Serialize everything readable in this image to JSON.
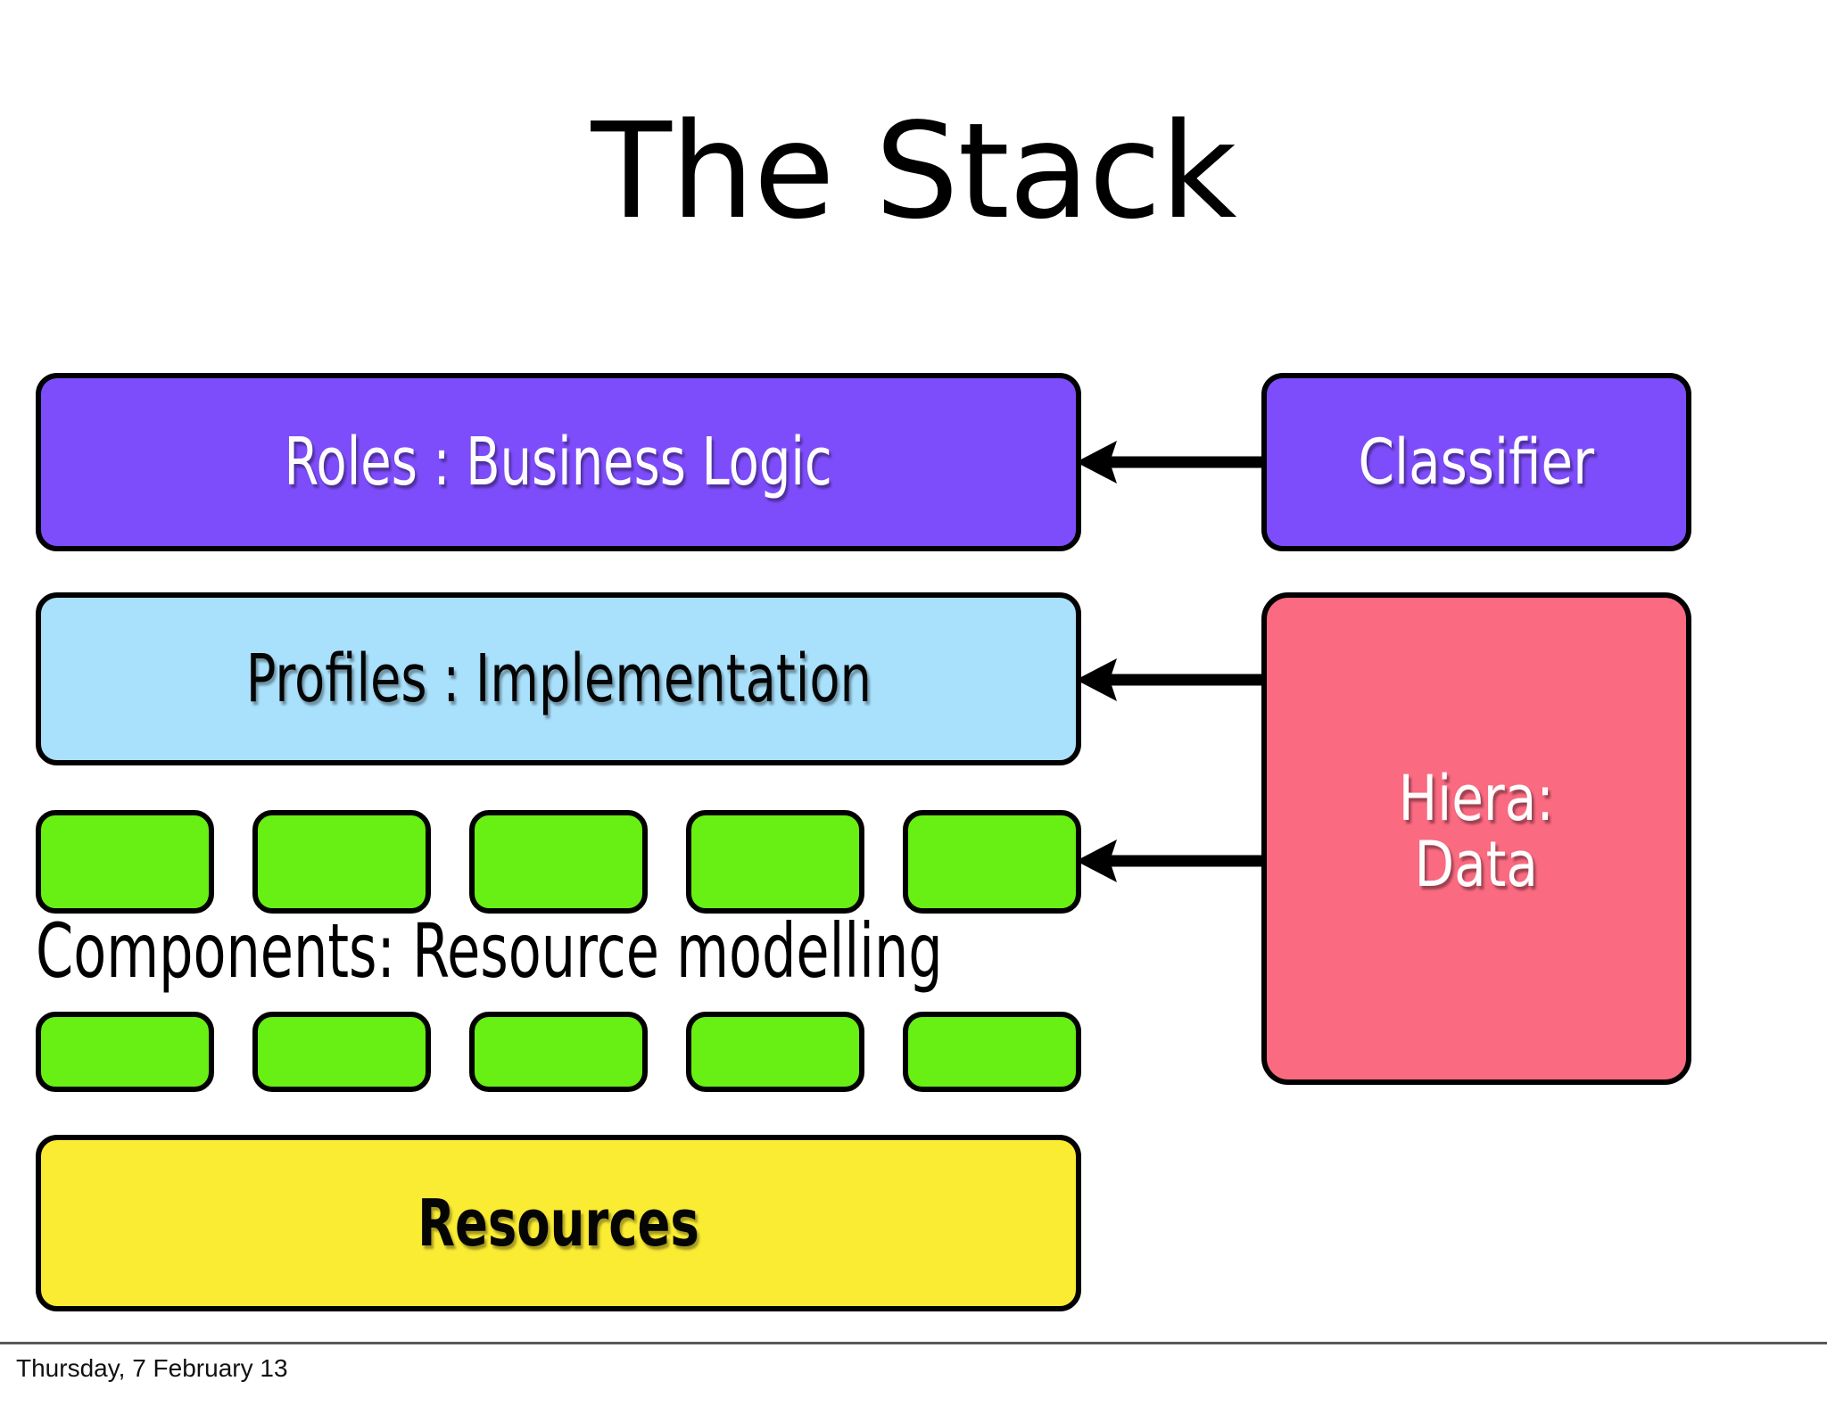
{
  "slide": {
    "title": "The Stack",
    "background_color": "#ffffff"
  },
  "stack": {
    "layers": [
      {
        "id": "roles",
        "label": "Roles : Business Logic",
        "fill": "#7e4dfb",
        "text_color": "#fdfdfd"
      },
      {
        "id": "profiles",
        "label": "Profiles : Implementation",
        "fill": "#a9e0fb",
        "text_color": "#050505"
      },
      {
        "id": "components",
        "label": "Components: Resource modelling",
        "fill": "#68ef14",
        "text_color": "#000000",
        "chip_count_row_1": 5,
        "chip_count_row_2": 5
      },
      {
        "id": "resources",
        "label": "Resources",
        "fill": "#faeb33",
        "text_color": "#050505"
      }
    ]
  },
  "side_boxes": [
    {
      "id": "classifier",
      "label": "Classifier",
      "fill": "#7e4dfb",
      "text_color": "#fdfdfd",
      "points_to": "roles"
    },
    {
      "id": "hiera",
      "label": "Hiera:\nData",
      "fill": "#fa6a80",
      "text_color": "#fdf5ef",
      "points_to": "profiles"
    }
  ],
  "arrows": [
    {
      "id": "classifier-to-roles",
      "direction": "left",
      "color": "#000000"
    },
    {
      "id": "hiera-to-profiles",
      "direction": "left",
      "color": "#000000"
    },
    {
      "id": "hiera-to-components",
      "direction": "left",
      "color": "#000000"
    }
  ],
  "footer": {
    "date": "Thursday, 7 February 13",
    "rule_color": "#58585a"
  }
}
